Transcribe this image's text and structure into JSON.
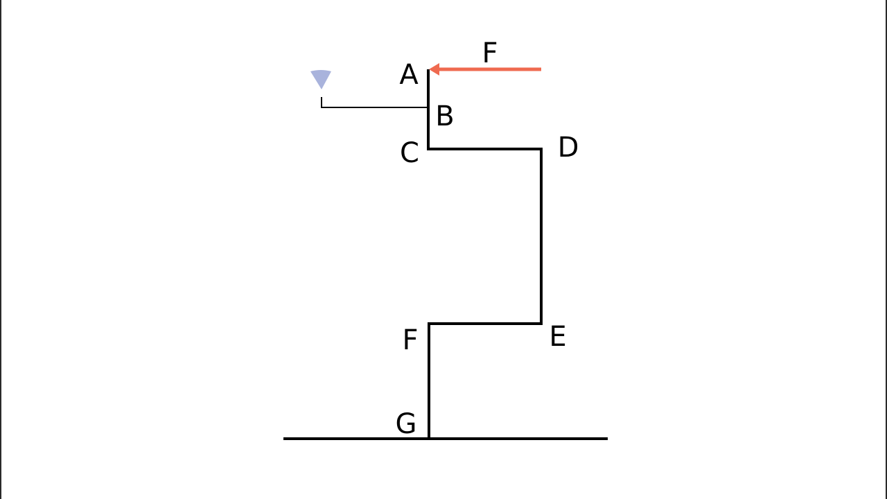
{
  "diagram": {
    "point_labels": {
      "a": "A",
      "b": "B",
      "c": "C",
      "d": "D",
      "e": "E",
      "f": "F",
      "g": "G"
    },
    "force_label": "F",
    "colors": {
      "frame": "#000000",
      "force_arrow": "#ef6a50",
      "support": "#a9b3dc"
    },
    "icons": {
      "support": "triangle-support-icon",
      "force": "arrow-left-icon"
    }
  }
}
